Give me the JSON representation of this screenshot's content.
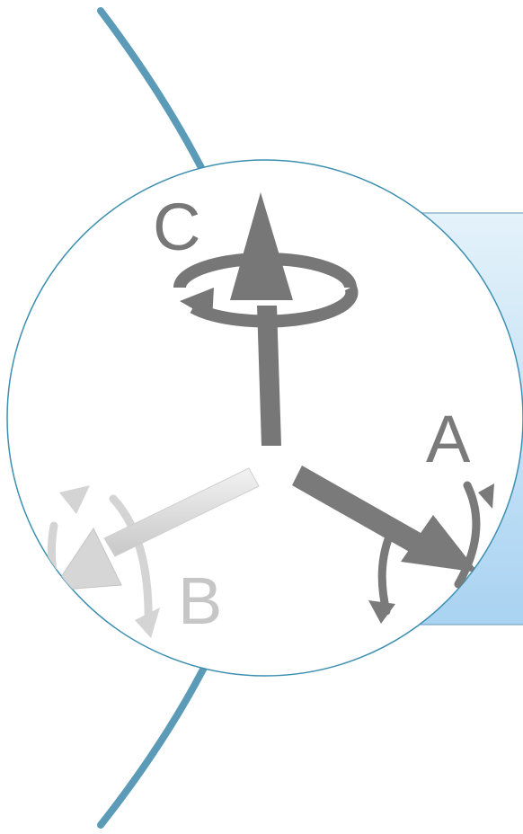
{
  "diagram": {
    "axes": [
      {
        "id": "c",
        "label": "C",
        "color": "#777777"
      },
      {
        "id": "a",
        "label": "A",
        "color": "#7a7a7a"
      },
      {
        "id": "b",
        "label": "B",
        "color": "#c6c6c6"
      }
    ]
  },
  "colors": {
    "arc": "#5b9bb8",
    "circle_border": "#3d8fb0",
    "panel_top": "#e4f2fa",
    "panel_bottom": "#a9d3f2",
    "panel_border": "#7aa5c4"
  }
}
